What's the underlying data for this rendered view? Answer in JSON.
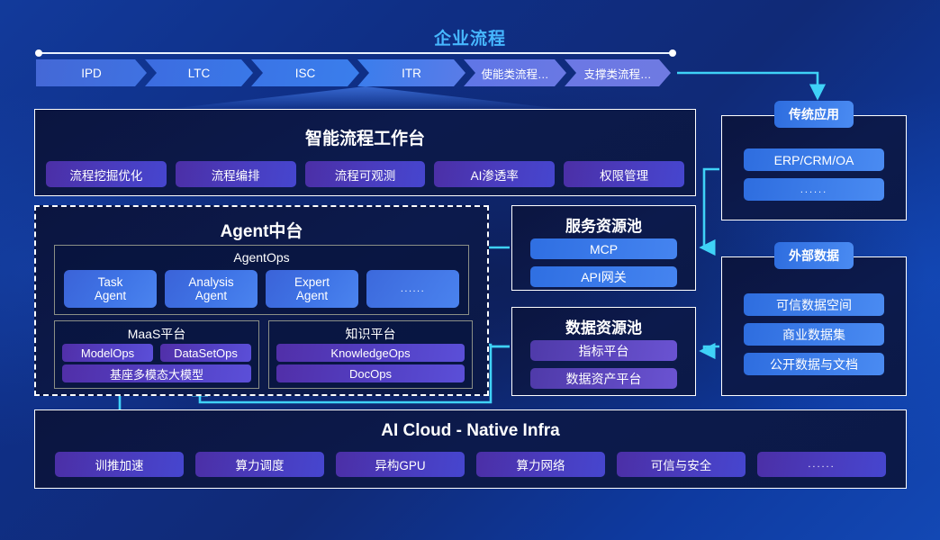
{
  "header": {
    "title": "企业流程",
    "stages": [
      {
        "label": "IPD"
      },
      {
        "label": "LTC"
      },
      {
        "label": "ISC"
      },
      {
        "label": "ITR"
      },
      {
        "label": "使能类流程…"
      },
      {
        "label": "支撑类流程…"
      }
    ]
  },
  "workbench": {
    "title": "智能流程工作台",
    "pills": [
      {
        "label": "流程挖掘优化"
      },
      {
        "label": "流程编排"
      },
      {
        "label": "流程可观测"
      },
      {
        "label": "AI渗透率"
      },
      {
        "label": "权限管理"
      }
    ]
  },
  "agent": {
    "title": "Agent中台",
    "agentops": {
      "title": "AgentOps",
      "cards": [
        {
          "line1": "Task",
          "line2": "Agent"
        },
        {
          "line1": "Analysis",
          "line2": "Agent"
        },
        {
          "line1": "Expert",
          "line2": "Agent"
        },
        {
          "line1": "......",
          "line2": ""
        }
      ]
    },
    "maas": {
      "title": "MaaS平台",
      "row1": [
        {
          "label": "ModelOps"
        },
        {
          "label": "DataSetOps"
        }
      ],
      "row2": [
        {
          "label": "基座多模态大模型"
        }
      ]
    },
    "knowledge": {
      "title": "知识平台",
      "row1": [
        {
          "label": "KnowledgeOps"
        }
      ],
      "row2": [
        {
          "label": "DocOps"
        }
      ]
    }
  },
  "service_pool": {
    "title": "服务资源池",
    "items": [
      {
        "label": "MCP"
      },
      {
        "label": "API网关"
      }
    ]
  },
  "data_pool": {
    "title": "数据资源池",
    "items": [
      {
        "label": "指标平台"
      },
      {
        "label": "数据资产平台"
      }
    ]
  },
  "traditional_apps": {
    "title": "传统应用",
    "items": [
      {
        "label": "ERP/CRM/OA"
      },
      {
        "label": "......"
      }
    ]
  },
  "external_data": {
    "title": "外部数据",
    "items": [
      {
        "label": "可信数据空间"
      },
      {
        "label": "商业数据集"
      },
      {
        "label": "公开数据与文档"
      }
    ]
  },
  "infra": {
    "title": "AI Cloud - Native Infra",
    "pills": [
      {
        "label": "训推加速"
      },
      {
        "label": "算力调度"
      },
      {
        "label": "异构GPU"
      },
      {
        "label": "算力网络"
      },
      {
        "label": "可信与安全"
      },
      {
        "label": "......"
      }
    ]
  },
  "colors": {
    "accent_cyan": "#3fd2f7",
    "title_blue": "#46b7ff",
    "panel_bg": "#0b1540",
    "purple_pill": "#4a3bbc",
    "blue_pill": "#3f74e6"
  }
}
